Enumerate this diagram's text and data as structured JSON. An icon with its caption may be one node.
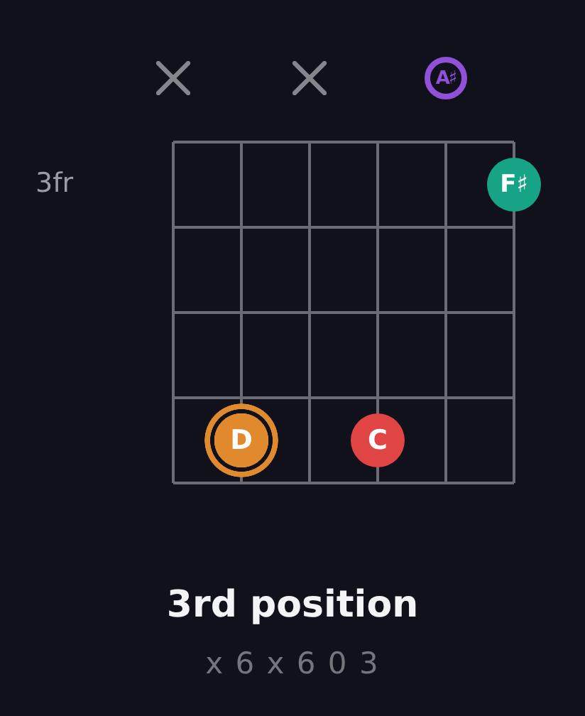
{
  "diagram": {
    "title": "3rd position",
    "caption": "x 6 x 6 0 3",
    "nodes": [
      {
        "text": [
          "A♯"
        ]
      },
      {
        "text": [
          "F♯"
        ]
      },
      {
        "text": [
          "D"
        ]
      },
      {
        "text": [
          "C"
        ]
      }
    ],
    "labels": [
      "3fr"
    ]
  }
}
